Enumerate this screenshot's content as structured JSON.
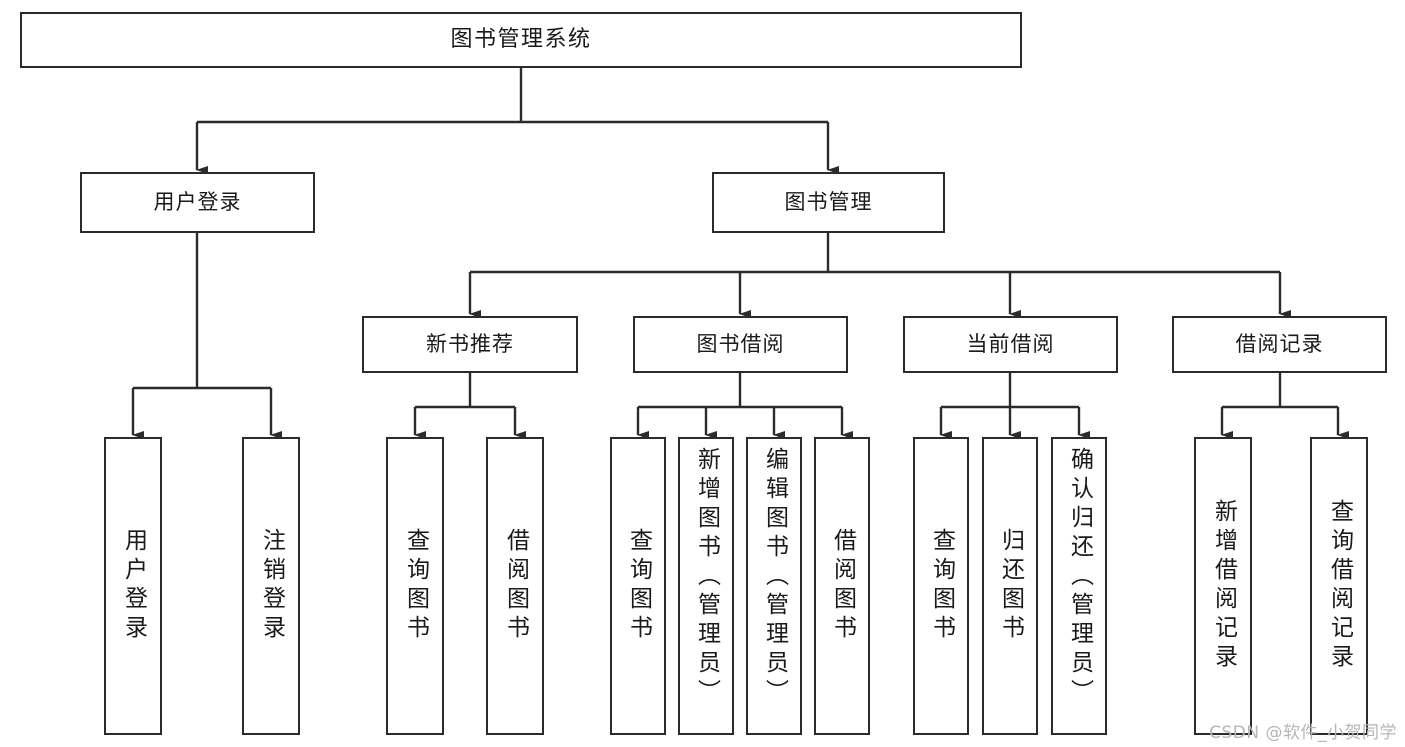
{
  "diagram": {
    "title": "图书管理系统",
    "type": "tree",
    "root": {
      "id": "root",
      "label": "图书管理系统"
    },
    "level1": [
      {
        "id": "user-login",
        "label": "用户登录"
      },
      {
        "id": "book-manage",
        "label": "图书管理"
      }
    ],
    "level2": [
      {
        "id": "new-book-recommend",
        "label": "新书推荐",
        "parent": "book-manage"
      },
      {
        "id": "book-borrow",
        "label": "图书借阅",
        "parent": "book-manage"
      },
      {
        "id": "current-borrow",
        "label": "当前借阅",
        "parent": "book-manage"
      },
      {
        "id": "borrow-record",
        "label": "借阅记录",
        "parent": "book-manage"
      }
    ],
    "leaves": [
      {
        "id": "leaf-user-login",
        "label": "用户登录",
        "parent": "user-login"
      },
      {
        "id": "leaf-user-logout",
        "label": "注销登录",
        "parent": "user-login"
      },
      {
        "id": "leaf-query-book-1",
        "label": "查询图书",
        "parent": "new-book-recommend"
      },
      {
        "id": "leaf-borrow-book-1",
        "label": "借阅图书",
        "parent": "new-book-recommend"
      },
      {
        "id": "leaf-query-book-2",
        "label": "查询图书",
        "parent": "book-borrow"
      },
      {
        "id": "leaf-add-book",
        "label": "新增图书（管理员）",
        "parent": "book-borrow"
      },
      {
        "id": "leaf-edit-book",
        "label": "编辑图书（管理员）",
        "parent": "book-borrow"
      },
      {
        "id": "leaf-borrow-book-2",
        "label": "借阅图书",
        "parent": "book-borrow"
      },
      {
        "id": "leaf-query-book-3",
        "label": "查询图书",
        "parent": "current-borrow"
      },
      {
        "id": "leaf-return-book",
        "label": "归还图书",
        "parent": "current-borrow"
      },
      {
        "id": "leaf-confirm-return",
        "label": "确认归还（管理员）",
        "parent": "current-borrow"
      },
      {
        "id": "leaf-add-record",
        "label": "新增借阅记录",
        "parent": "borrow-record"
      },
      {
        "id": "leaf-query-record",
        "label": "查询借阅记录",
        "parent": "borrow-record"
      }
    ]
  },
  "watermark": {
    "text": "CSDN @软件_小贺同学"
  },
  "colors": {
    "box_border": "#2b2b2b",
    "box_fill": "#ffffff",
    "connector": "#2b2b2b",
    "text": "#1a1a1a",
    "watermark": "#b6b6b6",
    "background": "#ffffff"
  }
}
